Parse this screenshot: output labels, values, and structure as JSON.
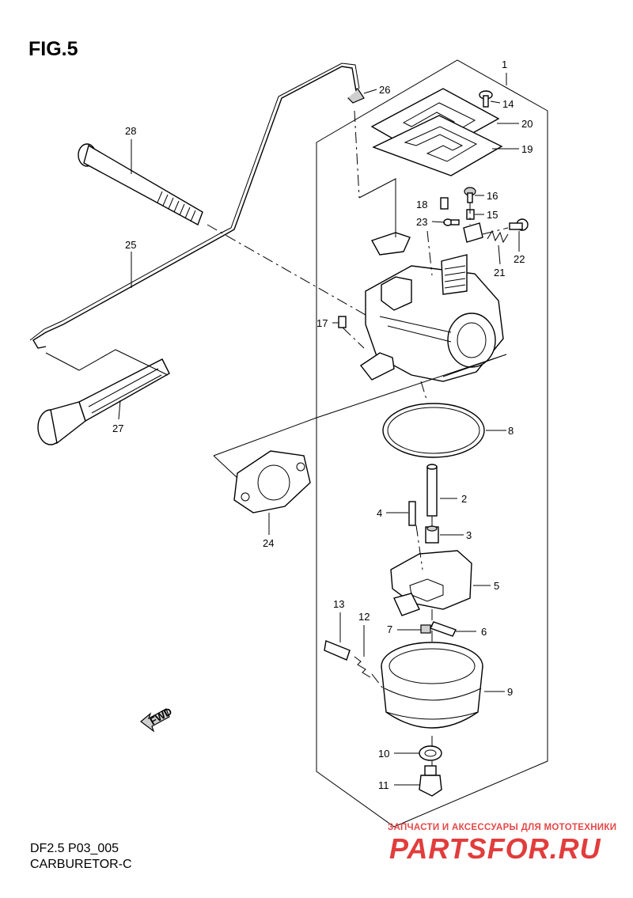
{
  "figure_title": "FIG.5",
  "model_code": "DF2.5 P03_005",
  "section_title": "CARBURETOR-C",
  "watermark": {
    "tagline": "ЗАПЧАСТИ И АКСЕССУАРЫ ДЛЯ МОТОТЕХНИКИ",
    "logo": "PARTSFOR.RU"
  },
  "fwd_label": "FWD",
  "callouts": [
    {
      "id": "c1",
      "label": "1"
    },
    {
      "id": "c2",
      "label": "2"
    },
    {
      "id": "c3",
      "label": "3"
    },
    {
      "id": "c4",
      "label": "4"
    },
    {
      "id": "c5",
      "label": "5"
    },
    {
      "id": "c6",
      "label": "6"
    },
    {
      "id": "c7",
      "label": "7"
    },
    {
      "id": "c8",
      "label": "8"
    },
    {
      "id": "c9",
      "label": "9"
    },
    {
      "id": "c10",
      "label": "10"
    },
    {
      "id": "c11",
      "label": "11"
    },
    {
      "id": "c12",
      "label": "12"
    },
    {
      "id": "c13",
      "label": "13"
    },
    {
      "id": "c14",
      "label": "14"
    },
    {
      "id": "c15",
      "label": "15"
    },
    {
      "id": "c16",
      "label": "16"
    },
    {
      "id": "c17",
      "label": "17"
    },
    {
      "id": "c18",
      "label": "18"
    },
    {
      "id": "c19",
      "label": "19"
    },
    {
      "id": "c20",
      "label": "20"
    },
    {
      "id": "c21",
      "label": "21"
    },
    {
      "id": "c22",
      "label": "22"
    },
    {
      "id": "c23",
      "label": "23"
    },
    {
      "id": "c24",
      "label": "24"
    },
    {
      "id": "c25",
      "label": "25"
    },
    {
      "id": "c26",
      "label": "26"
    },
    {
      "id": "c27",
      "label": "27"
    },
    {
      "id": "c28",
      "label": "28"
    }
  ]
}
